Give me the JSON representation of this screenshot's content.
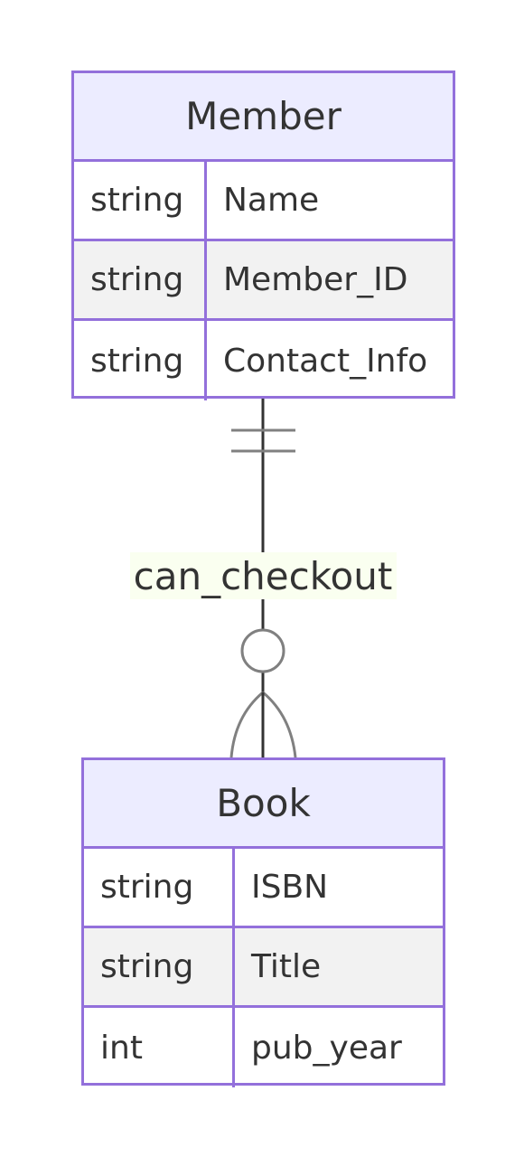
{
  "entities": {
    "member": {
      "title": "Member",
      "attributes": [
        {
          "type": "string",
          "name": "Name"
        },
        {
          "type": "string",
          "name": "Member_ID"
        },
        {
          "type": "string",
          "name": "Contact_Info"
        }
      ]
    },
    "book": {
      "title": "Book",
      "attributes": [
        {
          "type": "string",
          "name": "ISBN"
        },
        {
          "type": "string",
          "name": "Title"
        },
        {
          "type": "int",
          "name": "pub_year"
        }
      ]
    }
  },
  "relationship": {
    "label": "can_checkout",
    "from_cardinality": "exactly-one",
    "to_cardinality": "zero-or-more"
  },
  "colors": {
    "entity_border": "#9370db",
    "entity_header_bg": "#ececff",
    "row_shaded_bg": "#f2f2f2",
    "line": "#333333",
    "marker": "#808080",
    "label_bg": "#fafff0"
  }
}
